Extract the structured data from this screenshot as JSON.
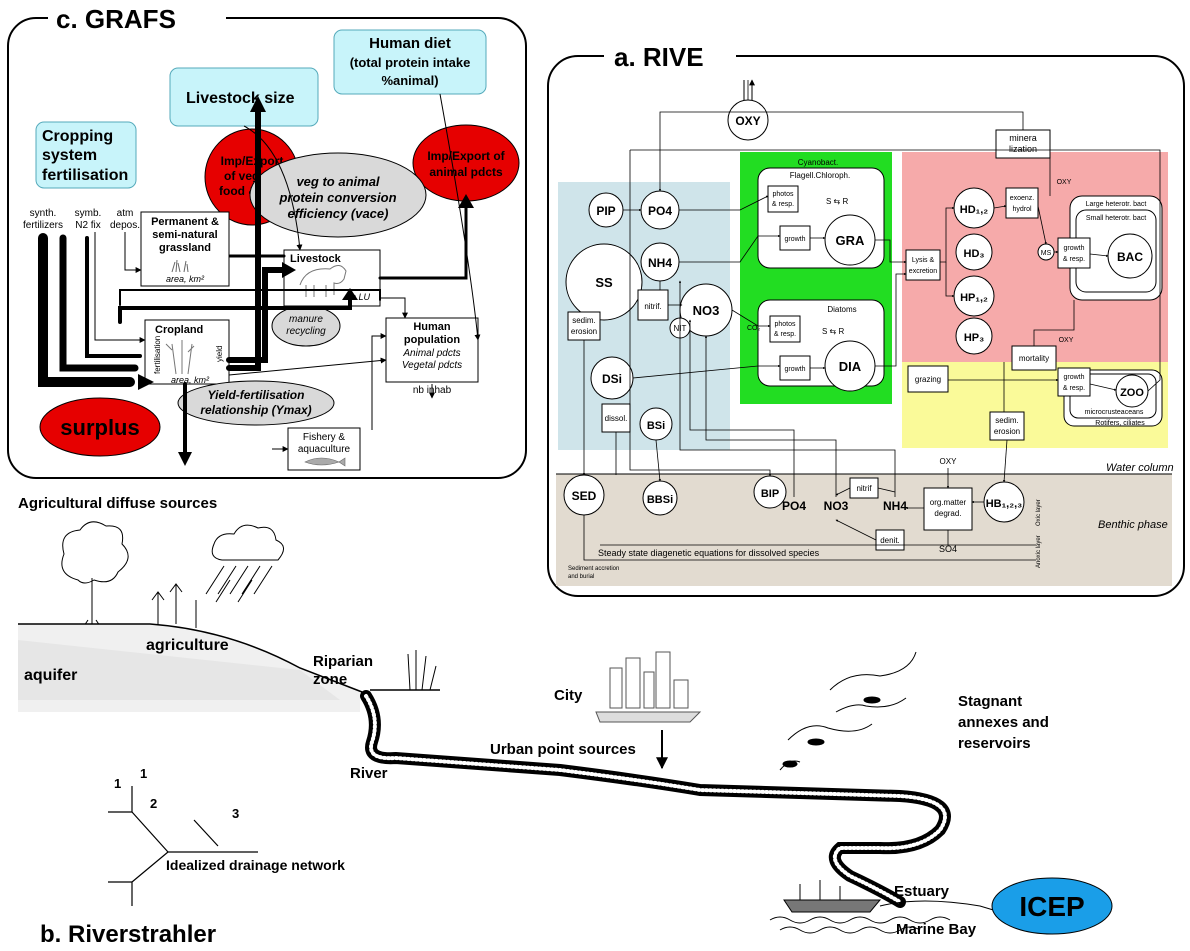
{
  "colors": {
    "cyan_box": "#c8f4fa",
    "red_oval": "#e60000",
    "grey_oval": "#d9d9d9",
    "blue_panel": "#cfe4ea",
    "green_panel": "#22dd22",
    "red_panel": "#f6aaaa",
    "yellow_panel": "#fafa99",
    "benthic_panel": "#e2dbd0",
    "icep_fill": "#1a9ee8"
  },
  "grafs": {
    "title": "c. GRAFS",
    "cropping": [
      "Cropping",
      "system",
      "fertilisation"
    ],
    "livestock_size": "Livestock size",
    "human_diet": [
      "Human diet",
      "(total protein intake",
      "%animal)"
    ],
    "imp_vegetal": [
      "Imp/Export",
      "of vegetal",
      "food & feed"
    ],
    "imp_animal": [
      "Imp/Export of",
      "animal pdcts"
    ],
    "veg_to_animal": [
      "veg to animal",
      "protein conversion",
      "efficiency (vace)"
    ],
    "synth": [
      "synth.",
      "fertilizers"
    ],
    "symb": [
      "symb.",
      "N2 fix"
    ],
    "atm": [
      "atm",
      "depos."
    ],
    "grassland": [
      "Permanent &",
      "semi-natural",
      "grassland"
    ],
    "grassland_area": "area, km²",
    "livestock": "Livestock",
    "livestock_unit": "nb LU",
    "manure": [
      "manure",
      "recycling"
    ],
    "cropland": "Cropland",
    "cropland_area": "area, km²",
    "fertilisation": "fertilisation",
    "yield": "yield",
    "human_pop": [
      "Human",
      "population"
    ],
    "animal_pdcts": "Animal pdcts",
    "vegetal_pdcts": "Vegetal pdcts",
    "nb_inhab": "nb inhab",
    "yield_fert": [
      "Yield-fertilisation",
      "relationship (Ymax)"
    ],
    "surplus": "surplus",
    "fishery": [
      "Fishery &",
      "aquaculture"
    ]
  },
  "rive": {
    "title": "a. RIVE",
    "oxy": "OXY",
    "minera": [
      "minera",
      "lization"
    ],
    "pip": "PIP",
    "po4": "PO4",
    "ss": "SS",
    "nh4": "NH4",
    "nitrif": "nitrif.",
    "no3": "NO3",
    "nit": "NIT",
    "sedim_erosion": [
      "sedim.",
      "erosion"
    ],
    "dsi": "DSi",
    "dissol": "dissol.",
    "bsi": "BSi",
    "cyanobact": "Cyanobact.",
    "flagell": "Flagell.Chloroph.",
    "photos": [
      "photos",
      "& resp."
    ],
    "s_r": "S ⇆ R",
    "growth": "growth",
    "gra": "GRA",
    "diatoms": "Diatoms",
    "co2": "CO₂",
    "dia": "DIA",
    "lysis": [
      "Lysis &",
      "excretion"
    ],
    "hd12": "HD₁,₂",
    "hd3": "HD₃",
    "hp12": "HP₁,₂",
    "hp3": "HP₃",
    "exoenz": [
      "exoenz.",
      "hydrol"
    ],
    "ms": "MS",
    "large_bact": "Large heterotr. bact",
    "small_bact": "Small heterotr. bact",
    "growth_resp": [
      "growth",
      "& resp."
    ],
    "bac": "BAC",
    "mortality": "mortality",
    "grazing": "grazing",
    "zoo": "ZOO",
    "microcrust": "microcrusteaceans",
    "rotifers": "Rotifers, ciliates",
    "water_column": "Water column",
    "benthic_phase": "Benthic phase",
    "sed": "SED",
    "bbsi": "BBSi",
    "bip": "BIP",
    "nitrif_b": "nitrif",
    "org_matter": [
      "org.matter",
      "degrad."
    ],
    "hb": "HB₁,₂,₃",
    "denit": "denit.",
    "so4": "SO4",
    "steady_state": "Steady state diagenetic equations for dissolved species",
    "sediment_acc": [
      "Sediment accretion",
      "and burial"
    ],
    "oxic": "Oxic layer",
    "anoxic": "Anoxic layer"
  },
  "river": {
    "agri_diffuse": "Agricultural diffuse sources",
    "agriculture": "agriculture",
    "aquifer": "aquifer",
    "riparian": [
      "Riparian",
      "zone"
    ],
    "city": "City",
    "urban": "Urban point sources",
    "river": "River",
    "stagnant": [
      "Stagnant",
      "annexes and",
      "reservoirs"
    ],
    "estuary": "Estuary",
    "marine_bay": "Marine Bay",
    "icep": "ICEP",
    "drainage_nums": [
      "1",
      "1",
      "2",
      "3"
    ],
    "drainage": "Idealized drainage network",
    "title": "b. Riverstrahler"
  }
}
